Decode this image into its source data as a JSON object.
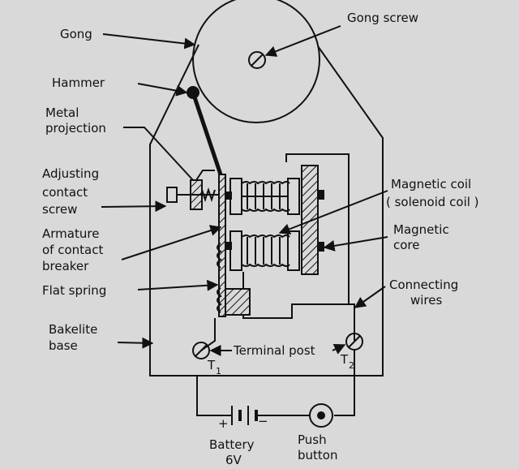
{
  "labels": {
    "gong": "Gong",
    "gong_screw": "Gong screw",
    "hammer": "Hammer",
    "metal_projection_1": "Metal",
    "metal_projection_2": "projection",
    "adjusting_1": "Adjusting",
    "adjusting_2": "contact",
    "adjusting_3": "screw",
    "armature_1": "Armature",
    "armature_2": "of contact",
    "armature_3": "breaker",
    "flat_spring": "Flat spring",
    "magnetic_coil_1": "Magnetic coil",
    "magnetic_coil_2": "( solenoid coil )",
    "magnetic_core_1": "Magnetic",
    "magnetic_core_2": "core",
    "connecting_1": "Connecting",
    "connecting_2": "wires",
    "bakelite_1": "Bakelite",
    "bakelite_2": "base",
    "terminal_post": "Terminal post",
    "t1": "T",
    "t1_sub": "1",
    "t2": "T",
    "t2_sub": "2",
    "battery_1": "Battery",
    "battery_2": "6V",
    "push_1": "Push",
    "push_2": "button",
    "plus": "+",
    "minus": "−"
  }
}
